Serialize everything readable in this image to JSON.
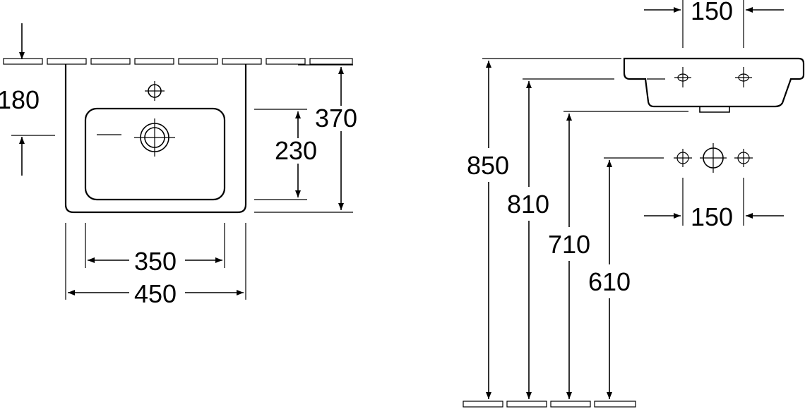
{
  "top_view": {
    "depth_outer": "370",
    "depth_bowl": "230",
    "tap_offset": "180",
    "width_bowl": "350",
    "width_outer": "450"
  },
  "side_view": {
    "tap_spacing_top": "150",
    "tap_spacing_bottom": "150",
    "height_850": "850",
    "height_810": "810",
    "height_710": "710",
    "height_610": "610"
  }
}
